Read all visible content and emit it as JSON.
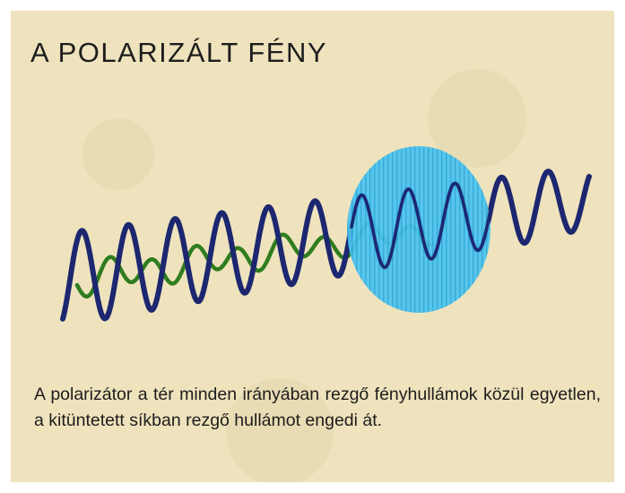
{
  "title": "A POLARIZÁLT FÉNY",
  "caption": "A polarizátor a tér minden irányában rezgő fényhullámok közül egyetlen, a kitüntetett síkban rezgő hullámot engedi át.",
  "colors": {
    "background": "#efe3bd",
    "text": "#1d1d1d",
    "vertical_wave": "#1c2770",
    "horizontal_wave": "#2f7d1f",
    "polarizer_filter": "#4cc4ee",
    "polarizer_stripes": "#2aa6dc"
  },
  "figure": {
    "elements": [
      "vertical-wave",
      "horizontal-wave",
      "polarizer-filter",
      "transmitted-wave"
    ]
  }
}
